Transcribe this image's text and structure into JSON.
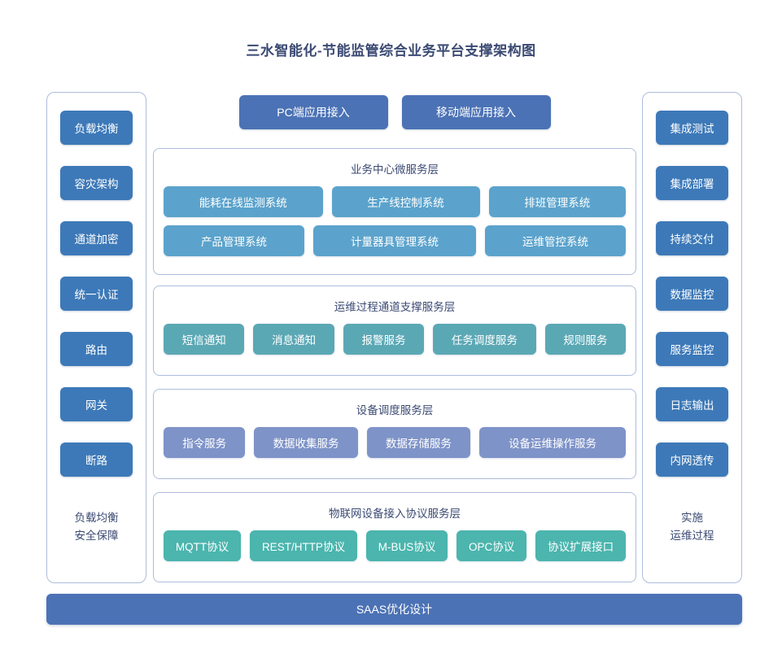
{
  "title": "三水智能化-节能监管综合业务平台支撑架构图",
  "colors": {
    "accent_dark_blue": "#4b72b5",
    "sidebar_blue": "#3d79b8",
    "business_blue": "#5ba3cc",
    "ops_teal": "#5ba8b5",
    "device_periwinkle": "#7e93c8",
    "iot_green_teal": "#4bb5ae",
    "panel_border": "#aebddc",
    "text_dark": "#3b4a73"
  },
  "left_column": {
    "items": [
      {
        "label": "负载均衡"
      },
      {
        "label": "容灾架构"
      },
      {
        "label": "通道加密"
      },
      {
        "label": "统一认证"
      },
      {
        "label": "路由"
      },
      {
        "label": "网关"
      },
      {
        "label": "断路"
      }
    ],
    "footer_line1": "负载均衡",
    "footer_line2": "安全保障"
  },
  "right_column": {
    "items": [
      {
        "label": "集成测试"
      },
      {
        "label": "集成部署"
      },
      {
        "label": "持续交付"
      },
      {
        "label": "数据监控"
      },
      {
        "label": "服务监控"
      },
      {
        "label": "日志输出"
      },
      {
        "label": "内网透传"
      }
    ],
    "footer_line1": "实施",
    "footer_line2": "运维过程"
  },
  "access": {
    "pc": "PC端应用接入",
    "mobile": "移动端应用接入"
  },
  "layers": [
    {
      "id": "business",
      "title": "业务中心微服务层",
      "rows": [
        [
          "能耗在线监测系统",
          "生产线控制系统",
          "排班管理系统"
        ],
        [
          "产品管理系统",
          "计量器具管理系统",
          "运维管控系统"
        ]
      ]
    },
    {
      "id": "ops",
      "title": "运维过程通道支撑服务层",
      "rows": [
        [
          "短信通知",
          "消息通知",
          "报警服务",
          "任务调度服务",
          "规则服务"
        ]
      ]
    },
    {
      "id": "device",
      "title": "设备调度服务层",
      "rows": [
        [
          "指令服务",
          "数据收集服务",
          "数据存储服务",
          "设备运维操作服务"
        ]
      ]
    },
    {
      "id": "iot",
      "title": "物联网设备接入协议服务层",
      "rows": [
        [
          "MQTT协议",
          "REST/HTTP协议",
          "M-BUS协议",
          "OPC协议",
          "协议扩展接口"
        ]
      ]
    }
  ],
  "footer_bar": {
    "label": "SAAS优化设计"
  }
}
